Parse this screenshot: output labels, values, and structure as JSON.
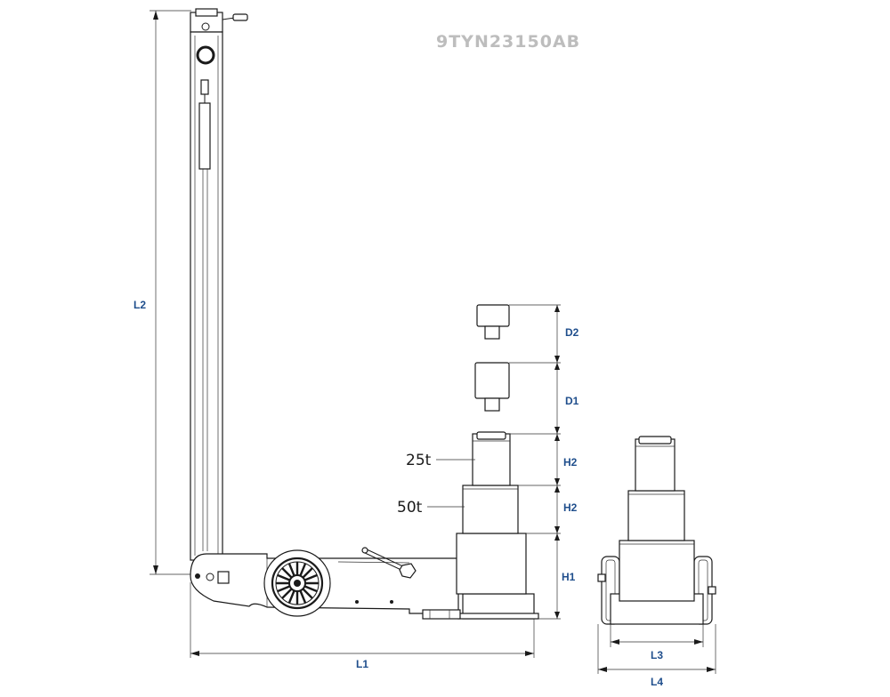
{
  "model_code": "9TYN23150AB",
  "colors": {
    "dimension_text": "#1f4e8c",
    "model_code": "#bdbdbd",
    "line": "#1a1a1a"
  },
  "dimensions": {
    "L1": "L1",
    "L2": "L2",
    "L3": "L3",
    "L4": "L4",
    "H1": "H1",
    "H2_upper": "H2",
    "H2_lower": "H2",
    "D1": "D1",
    "D2": "D2"
  },
  "stage_labels": {
    "stage_25t": "25t",
    "stage_50t": "50t"
  }
}
